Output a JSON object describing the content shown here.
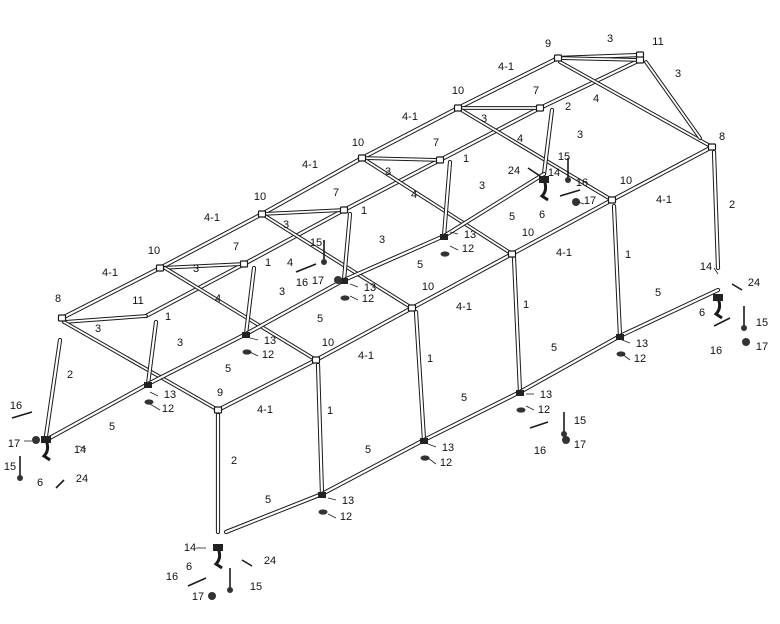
{
  "diagram": {
    "part_labels": {
      "p1": "1",
      "p2": "2",
      "p3": "3",
      "p4": "4",
      "p41": "4-1",
      "p5": "5",
      "p6": "6",
      "p7": "7",
      "p8": "8",
      "p9": "9",
      "p10": "10",
      "p11": "11",
      "p12": "12",
      "p13": "13",
      "p14": "14",
      "p15": "15",
      "p16": "16",
      "p17": "17",
      "p24": "24"
    }
  }
}
